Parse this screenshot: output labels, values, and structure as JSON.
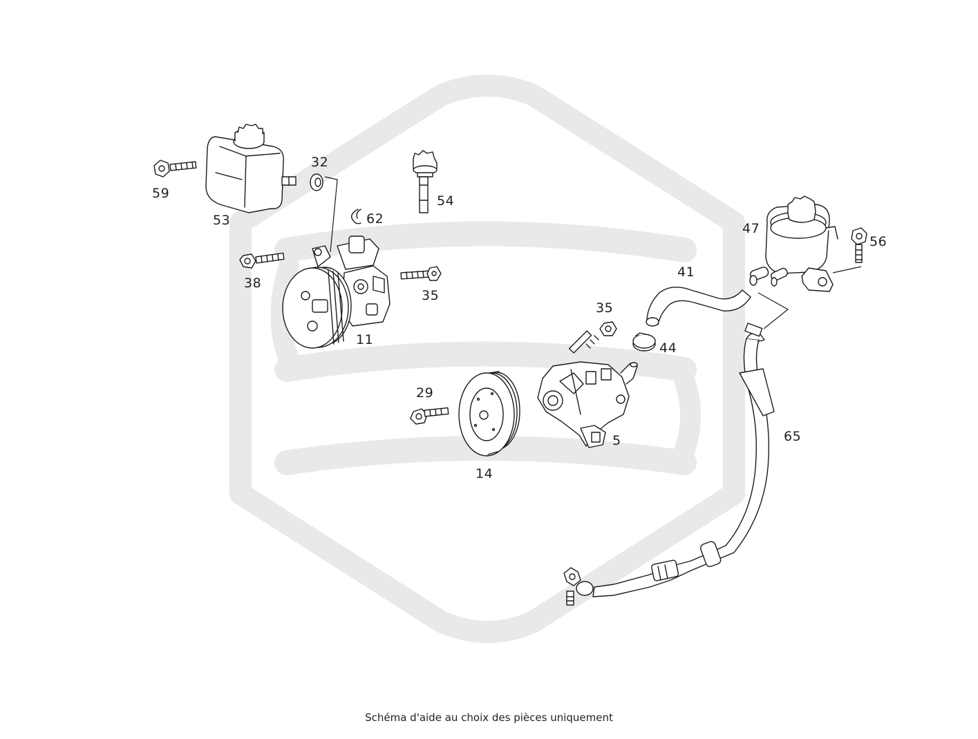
{
  "caption": "Schéma d'aide au choix des pièces uniquement",
  "colors": {
    "line": "#1a1a1a",
    "watermark": "#e9e9e9",
    "background": "#ffffff",
    "text": "#222222"
  },
  "callouts": {
    "c59": "59",
    "c53": "53",
    "c32": "32",
    "c62": "62",
    "c54": "54",
    "c38": "38",
    "c35a": "35",
    "c11": "11",
    "c47": "47",
    "c56": "56",
    "c41": "41",
    "c35b": "35",
    "c44": "44",
    "c29": "29",
    "c14": "14",
    "c5": "5",
    "c65": "65"
  },
  "icons": {
    "watermark": "brand-logo-watermark"
  }
}
